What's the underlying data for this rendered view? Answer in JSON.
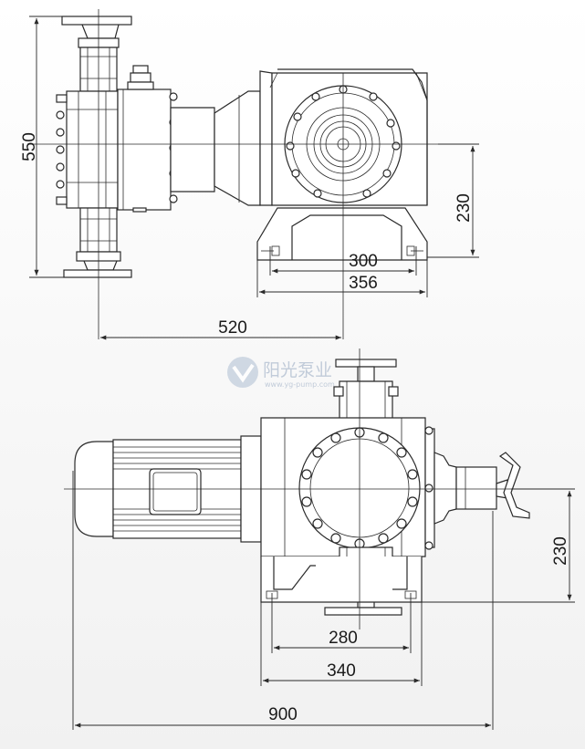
{
  "dimensions": {
    "top_height": "550",
    "top_230": "230",
    "top_300": "300",
    "top_356": "356",
    "top_520": "520",
    "bottom_280": "280",
    "bottom_340": "340",
    "bottom_230": "230",
    "bottom_900": "900"
  },
  "watermark": {
    "brand": "阳光泵业",
    "url": "www.yg-pump.com"
  },
  "colors": {
    "line": "#2a2a2a",
    "watermark": "#b8c4d4"
  }
}
